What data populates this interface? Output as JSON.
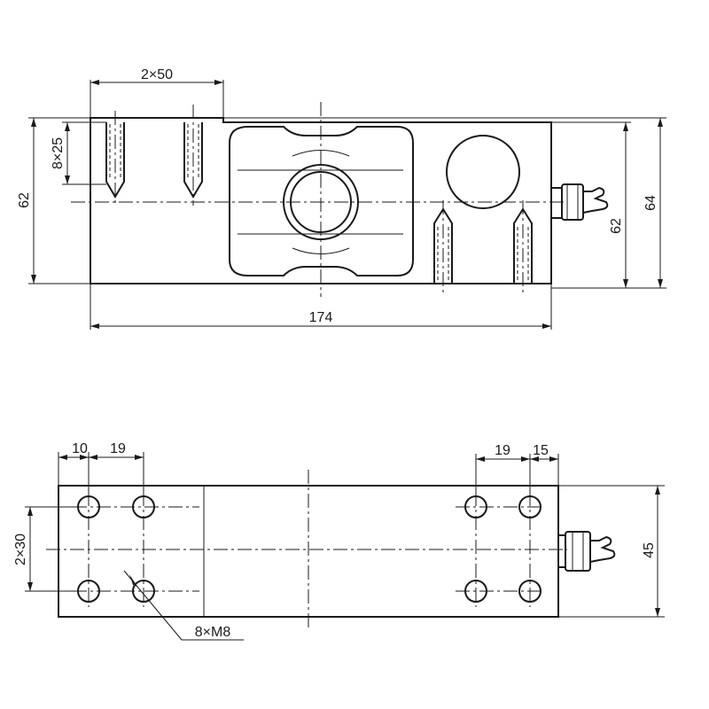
{
  "top_view": {
    "dimensions": {
      "holes_spacing": "2×50",
      "thread_depth": "8×25",
      "left_height": "62",
      "right_height_inner": "62",
      "right_height_outer": "64",
      "length": "174"
    }
  },
  "bottom_view": {
    "dimensions": {
      "left_edge": "10",
      "left_pitch": "19",
      "right_pitch": "19",
      "right_edge": "15",
      "vertical_pitch": "2×30",
      "width": "45",
      "hole_spec": "8×M8"
    }
  }
}
